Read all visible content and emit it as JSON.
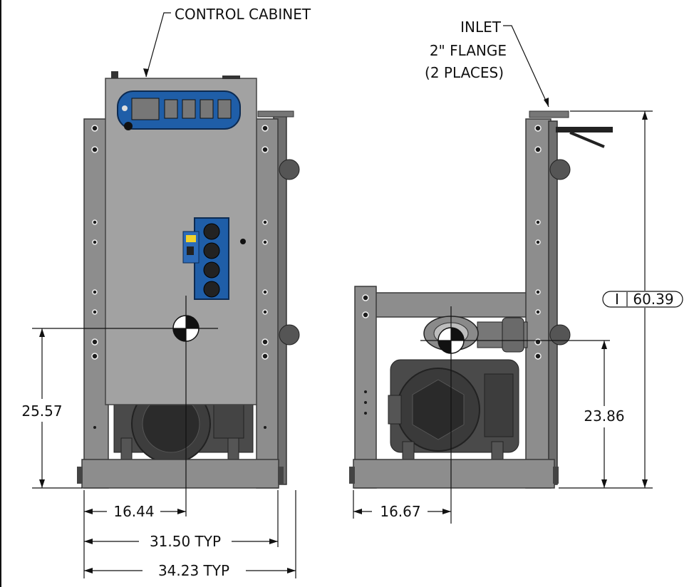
{
  "callouts": {
    "control_cabinet": "CONTROL CABINET",
    "inlet_line1": "INLET",
    "inlet_line2": "2\" FLANGE",
    "inlet_line3": "(2 PLACES)"
  },
  "dimensions": {
    "front_cg_height": "25.57",
    "front_cg_offset": "16.44",
    "front_width_inner": "31.50 TYP",
    "front_width_outer": "34.23 TYP",
    "side_cg_height": "23.86",
    "side_cg_offset": "16.67",
    "overall_height_symbol": "I",
    "overall_height": "60.39"
  },
  "colors": {
    "frame": "#8d8d8d",
    "cabinet": "#a2a2a2",
    "control_panel": "#1f5ea8",
    "motor": "#4a4a4a"
  }
}
